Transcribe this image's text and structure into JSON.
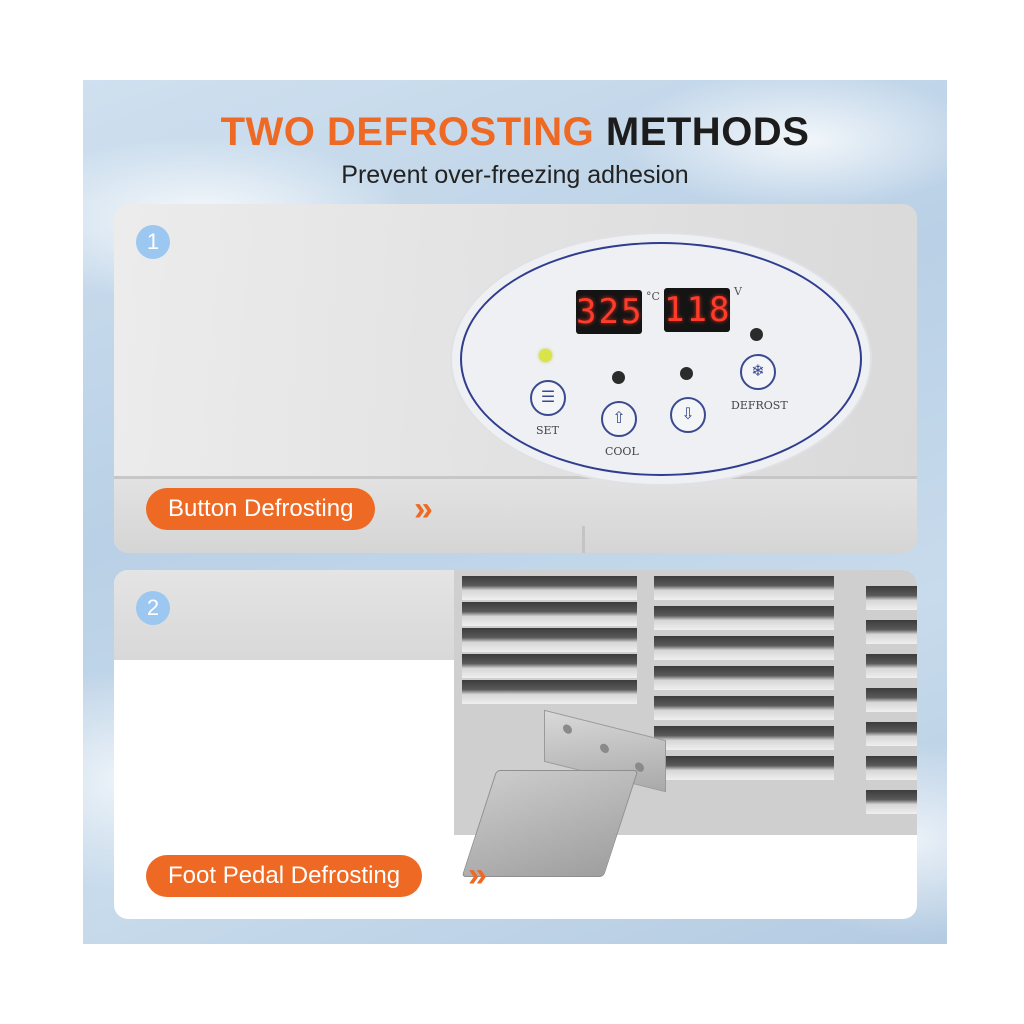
{
  "header": {
    "title_orange": "TWO DEFROSTING",
    "title_dark": "METHODS",
    "subtitle": "Prevent over-freezing adhesion"
  },
  "panel1": {
    "badge": "1",
    "display_temp": "325",
    "display_temp_unit": "°C",
    "display_volt": "118",
    "display_volt_unit": "V",
    "buttons": {
      "set_label": "SET",
      "cool_label": "COOL",
      "defrost_label": "DEFROST"
    },
    "callout": "Button Defrosting"
  },
  "panel2": {
    "badge": "2",
    "callout": "Foot Pedal Defrosting"
  },
  "colors": {
    "accent": "#ee6a24",
    "badge": "#9cc7f0",
    "led": "#ff3b2a",
    "panel_outline": "#2e3d8f"
  },
  "icons": {
    "set": "set-icon",
    "up": "arrow-up-icon",
    "down": "arrow-down-icon",
    "defrost": "snowflake-icon",
    "arrow": "chevron-right-icon"
  }
}
